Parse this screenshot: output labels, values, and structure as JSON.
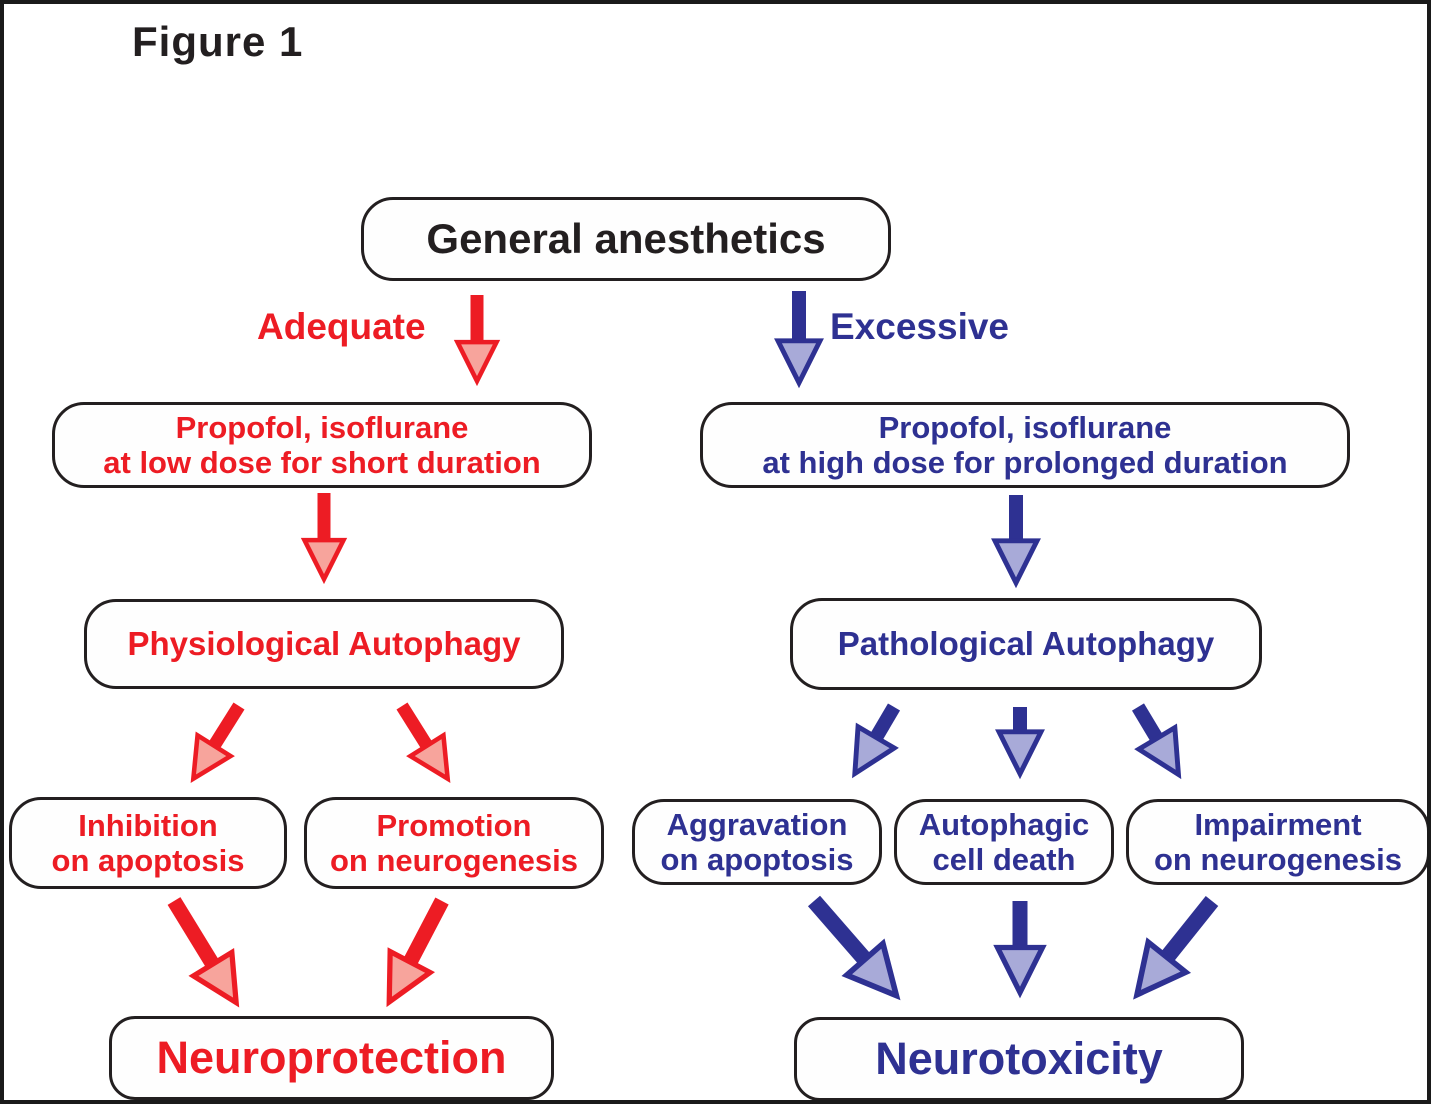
{
  "figure_label": "Figure 1",
  "colors": {
    "red": "#ed1c24",
    "blue": "#2e3192",
    "ink": "#231f20",
    "red-head": "#f7a49c",
    "blue-head": "#a8aad8"
  },
  "nodes": {
    "root": "General anesthetics",
    "adequate_label": "Adequate",
    "excessive_label": "Excessive",
    "low_dose": "Propofol, isoflurane\nat low dose for short duration",
    "high_dose": "Propofol, isoflurane\nat high dose for prolonged duration",
    "physiological": "Physiological Autophagy",
    "pathological": "Pathological Autophagy",
    "inhibition": "Inhibition\non apoptosis",
    "promotion": "Promotion\non neurogenesis",
    "aggravation": "Aggravation\non apoptosis",
    "autophagic_death": "Autophagic\ncell death",
    "impairment": "Impairment\non neurogenesis",
    "neuroprotection": "Neuroprotection",
    "neurotoxicity": "Neurotoxicity"
  }
}
